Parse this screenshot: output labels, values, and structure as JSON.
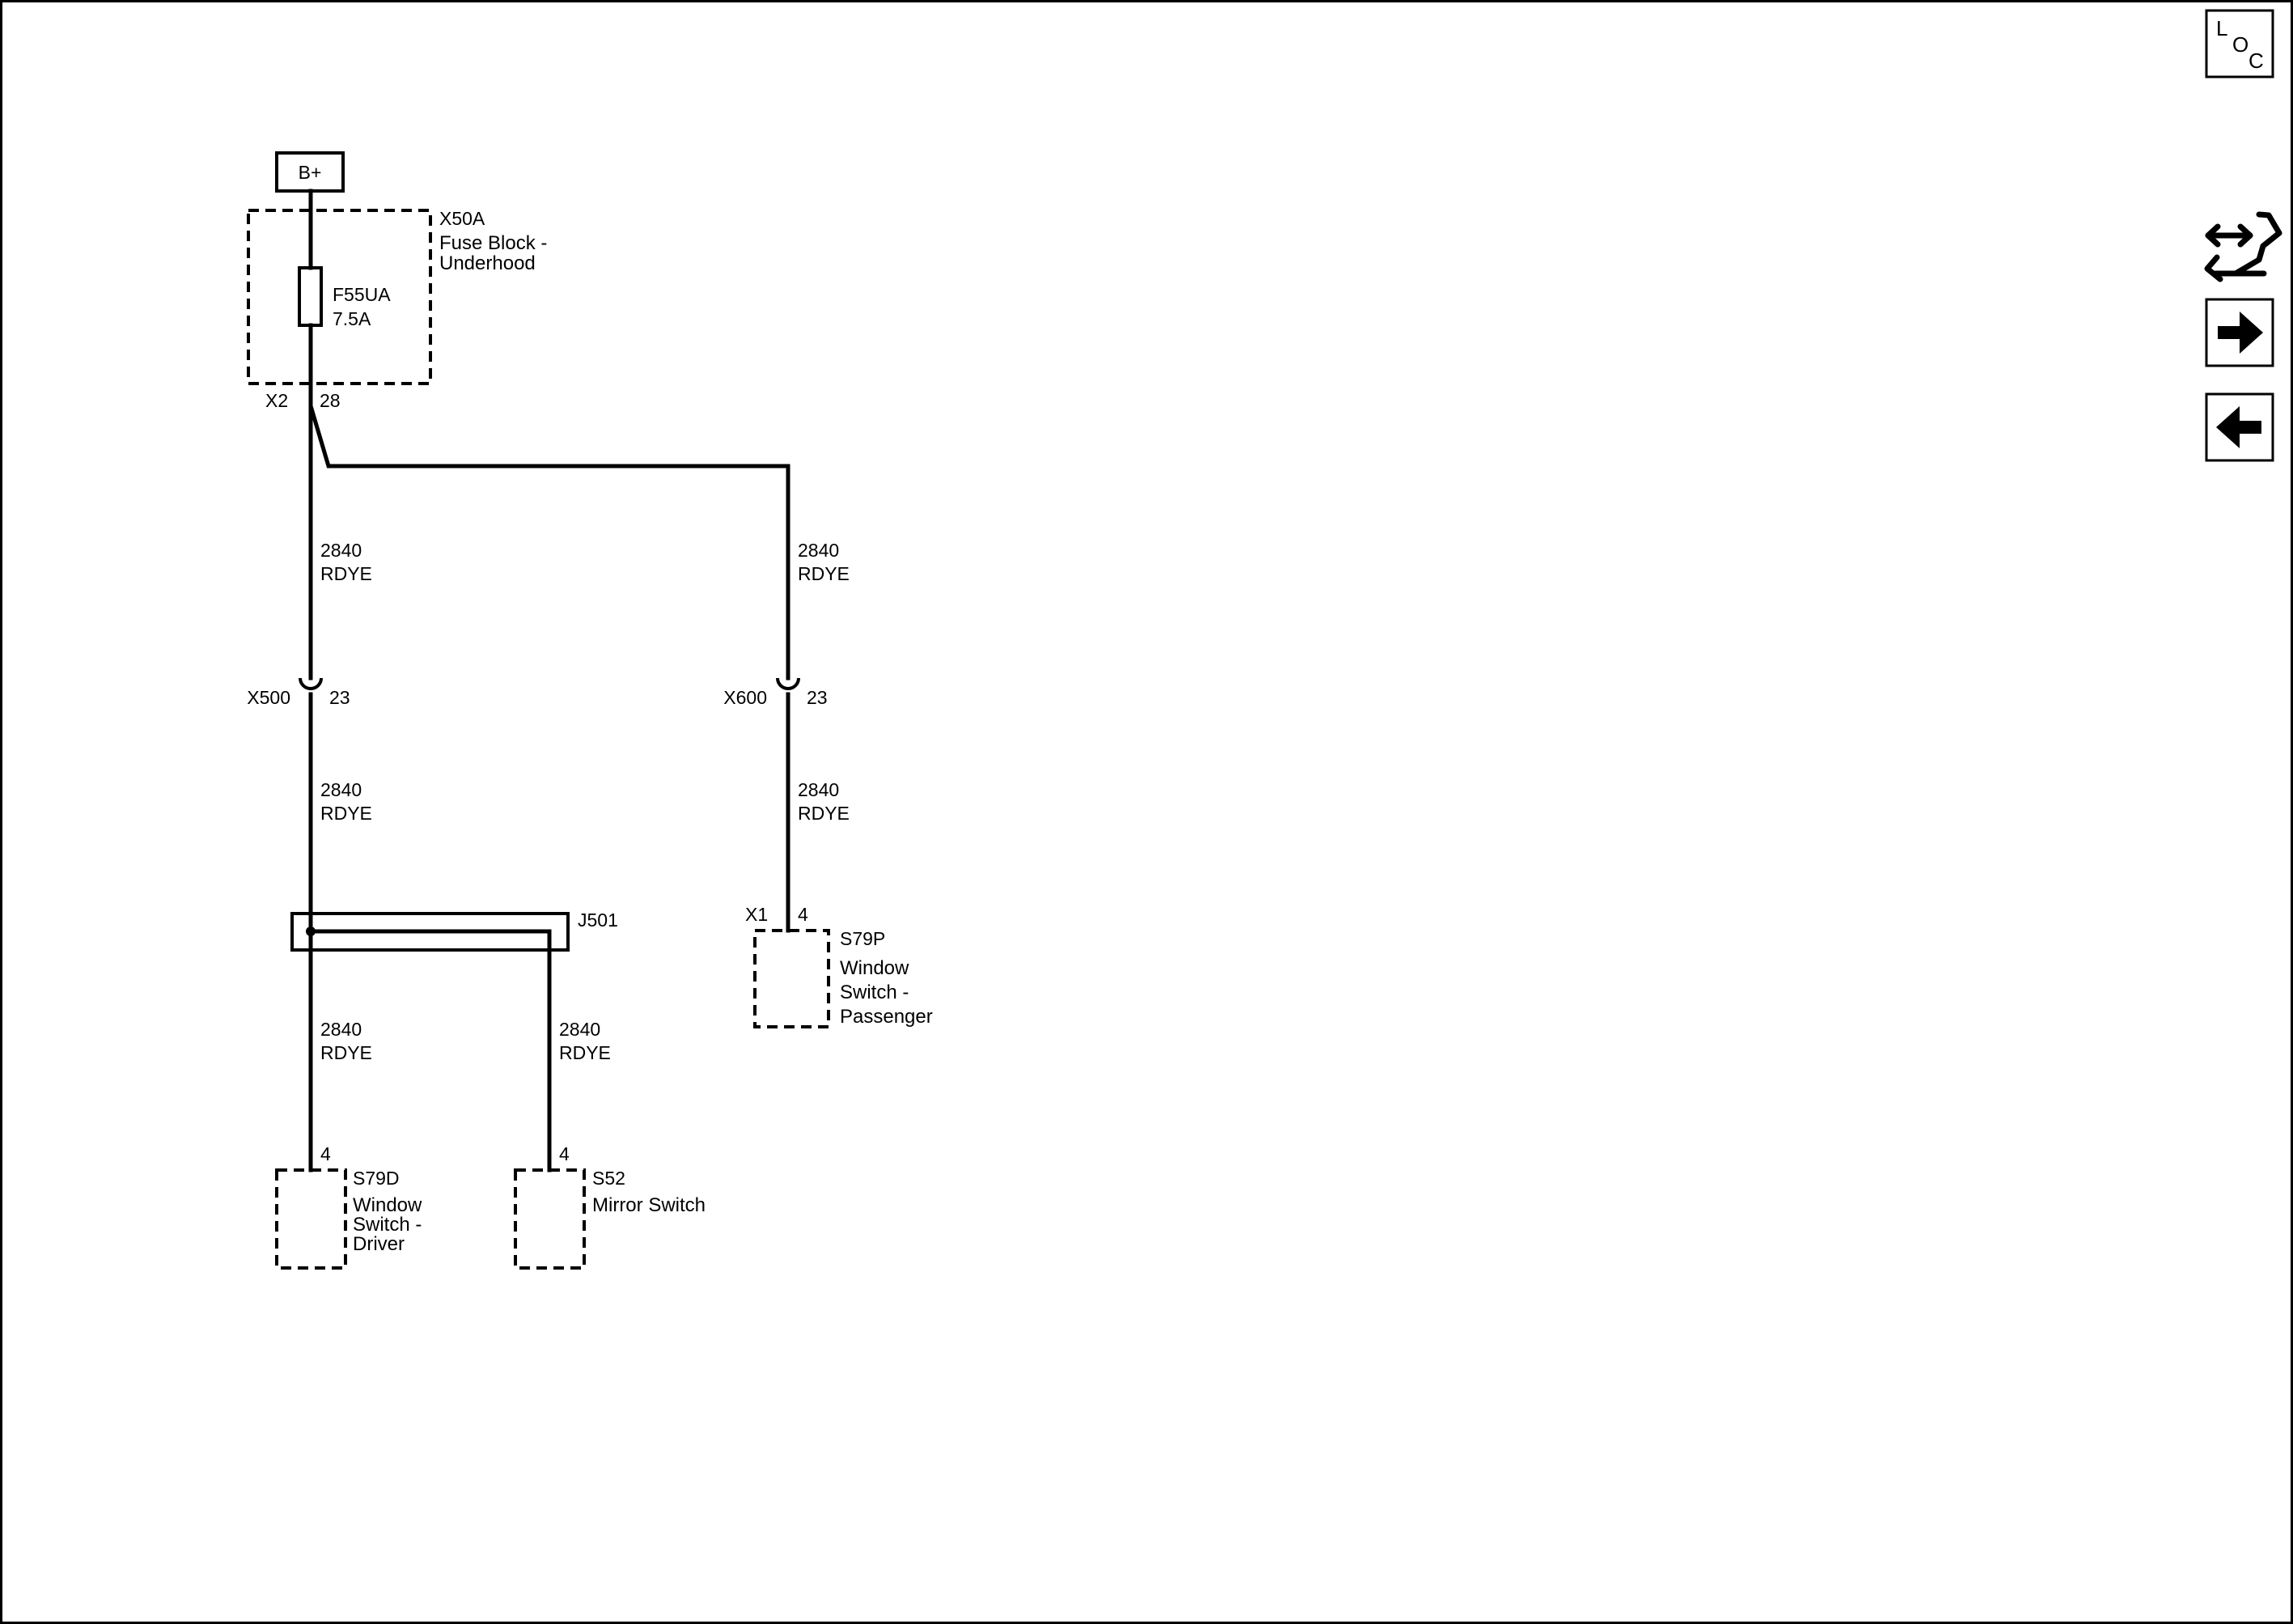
{
  "power": {
    "label": "B+"
  },
  "fuse_block": {
    "id": "X50A",
    "name_line1": "Fuse Block -",
    "name_line2": "Underhood",
    "fuse_id": "F55UA",
    "fuse_rating": "7.5A",
    "connector": "X2",
    "pin": "28"
  },
  "wires": {
    "w1": {
      "circuit": "2840",
      "color": "RDYE"
    },
    "w2": {
      "circuit": "2840",
      "color": "RDYE"
    },
    "w3": {
      "circuit": "2840",
      "color": "RDYE"
    },
    "w4": {
      "circuit": "2840",
      "color": "RDYE"
    },
    "w5": {
      "circuit": "2840",
      "color": "RDYE"
    },
    "w6": {
      "circuit": "2840",
      "color": "RDYE"
    }
  },
  "inline_connectors": {
    "left": {
      "id": "X500",
      "pin": "23"
    },
    "right": {
      "id": "X600",
      "pin": "23"
    }
  },
  "splice": {
    "id": "J501"
  },
  "components": {
    "passenger_switch": {
      "connector": "X1",
      "pin": "4",
      "id": "S79P",
      "line1": "Window",
      "line2": "Switch -",
      "line3": "Passenger"
    },
    "driver_switch": {
      "pin": "4",
      "id": "S79D",
      "line1": "Window",
      "line2": "Switch -",
      "line3": "Driver"
    },
    "mirror_switch": {
      "pin": "4",
      "id": "S52",
      "line1": "Mirror Switch"
    }
  },
  "nav": {
    "loc": {
      "l": "L",
      "o": "O",
      "c": "C"
    },
    "icons": [
      "loc-icon",
      "connector-swap-icon",
      "next-arrow-icon",
      "back-arrow-icon"
    ]
  },
  "colors": {
    "line": "#000000",
    "background": "#ffffff"
  }
}
